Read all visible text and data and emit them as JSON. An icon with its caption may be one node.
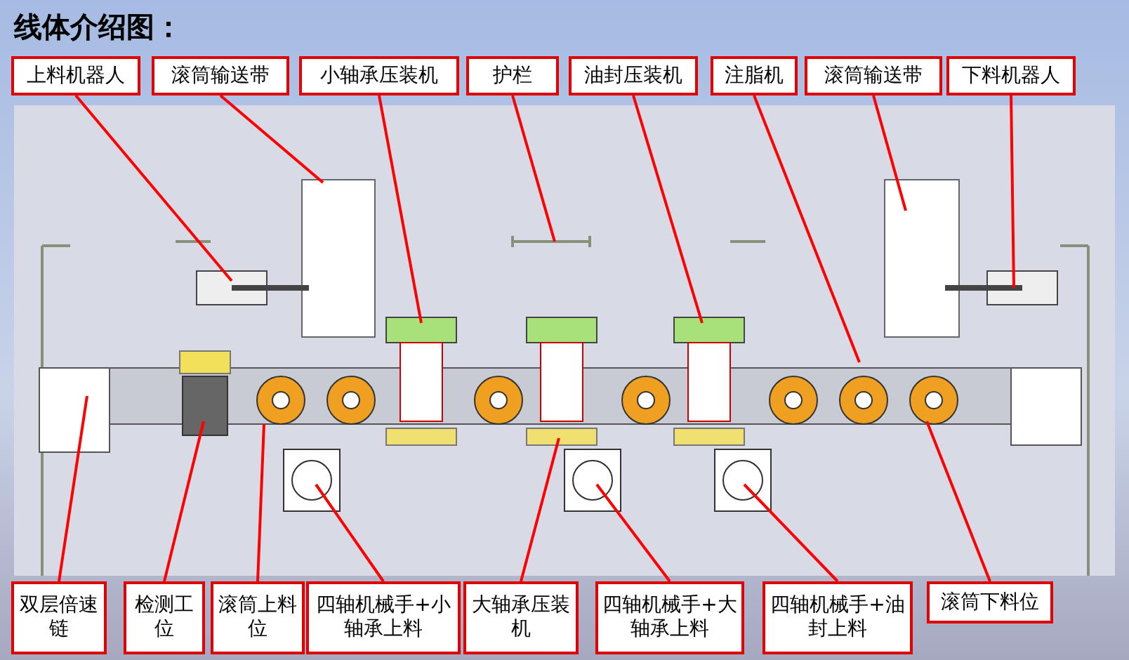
{
  "diagram": {
    "title": "线体介绍图：",
    "nodes": [
      {
        "text": [
          "上料机器人"
        ]
      },
      {
        "text": [
          "滚筒输送带"
        ]
      },
      {
        "text": [
          "小轴承压装机"
        ]
      },
      {
        "text": [
          "护栏"
        ]
      },
      {
        "text": [
          "油封压装机"
        ]
      },
      {
        "text": [
          "注脂机"
        ]
      },
      {
        "text": [
          "滚筒输送带"
        ]
      },
      {
        "text": [
          "下料机器人"
        ]
      },
      {
        "text": [
          "双层倍速链"
        ]
      },
      {
        "text": [
          "检测工位"
        ]
      },
      {
        "text": [
          "滚筒上料位"
        ]
      },
      {
        "text": [
          "四轴机械手+小轴承上料"
        ]
      },
      {
        "text": [
          "大轴承压装机"
        ]
      },
      {
        "text": [
          "四轴机械手+大轴承上料"
        ]
      },
      {
        "text": [
          "四轴机械手+油封上料"
        ]
      },
      {
        "text": [
          "滚筒下料位"
        ]
      }
    ],
    "edges": [
      {
        "from": 0,
        "to": null,
        "arrow": "none"
      },
      {
        "from": 1,
        "to": null,
        "arrow": "none"
      },
      {
        "from": 2,
        "to": null,
        "arrow": "none"
      },
      {
        "from": 3,
        "to": null,
        "arrow": "none"
      },
      {
        "from": 4,
        "to": null,
        "arrow": "none"
      },
      {
        "from": 5,
        "to": null,
        "arrow": "none"
      },
      {
        "from": 6,
        "to": null,
        "arrow": "none"
      },
      {
        "from": 7,
        "to": null,
        "arrow": "none"
      },
      {
        "from": 8,
        "to": null,
        "arrow": "none"
      },
      {
        "from": 9,
        "to": null,
        "arrow": "none"
      },
      {
        "from": 10,
        "to": null,
        "arrow": "none"
      },
      {
        "from": 11,
        "to": null,
        "arrow": "none"
      },
      {
        "from": 12,
        "to": null,
        "arrow": "none"
      },
      {
        "from": 13,
        "to": null,
        "arrow": "none"
      },
      {
        "from": 14,
        "to": null,
        "arrow": "none"
      },
      {
        "from": 15,
        "to": null,
        "arrow": "none"
      }
    ]
  }
}
